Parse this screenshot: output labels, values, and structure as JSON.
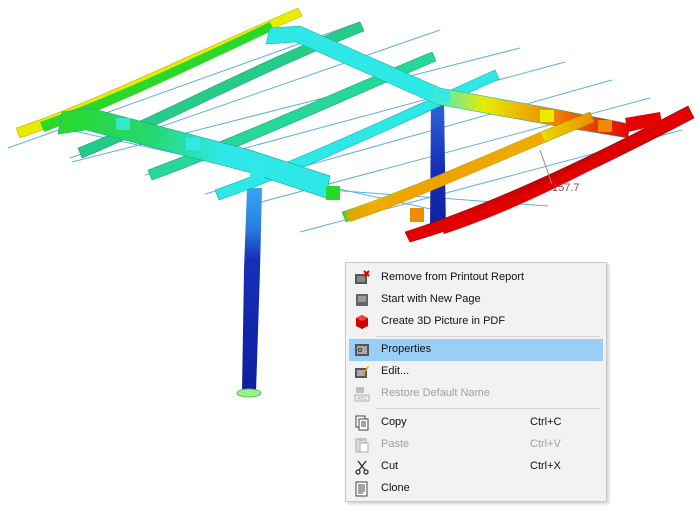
{
  "viewport": {
    "result_label": "157.7"
  },
  "context_menu": {
    "items": [
      {
        "label": "Remove from Printout Report",
        "shortcut": "",
        "icon": "remove-printout-icon",
        "enabled": true,
        "highlighted": false
      },
      {
        "label": "Start with New Page",
        "shortcut": "",
        "icon": "new-page-icon",
        "enabled": true,
        "highlighted": false
      },
      {
        "label": "Create 3D Picture in PDF",
        "shortcut": "",
        "icon": "red-cube-icon",
        "enabled": true,
        "highlighted": false
      },
      {
        "label": "Properties",
        "shortcut": "",
        "icon": "properties-icon",
        "enabled": true,
        "highlighted": true
      },
      {
        "label": "Edit...",
        "shortcut": "",
        "icon": "edit-icon",
        "enabled": true,
        "highlighted": false
      },
      {
        "label": "Restore Default Name",
        "shortcut": "",
        "icon": "restore-name-icon",
        "enabled": false,
        "highlighted": false
      },
      {
        "label": "Copy",
        "shortcut": "Ctrl+C",
        "icon": "copy-icon",
        "enabled": true,
        "highlighted": false
      },
      {
        "label": "Paste",
        "shortcut": "Ctrl+V",
        "icon": "paste-icon",
        "enabled": false,
        "highlighted": false
      },
      {
        "label": "Cut",
        "shortcut": "Ctrl+X",
        "icon": "cut-icon",
        "enabled": true,
        "highlighted": false
      },
      {
        "label": "Clone",
        "shortcut": "",
        "icon": "clone-icon",
        "enabled": true,
        "highlighted": false
      }
    ],
    "highlight_color": "#99cff7"
  },
  "colors": {
    "background": "#ffffff",
    "beam_red": "#e60000",
    "beam_dark_red": "#c80000",
    "beam_orange": "#f08a00",
    "beam_yellow": "#e8ec00",
    "beam_green": "#2ad82a",
    "beam_teal": "#25cc88",
    "beam_cyan": "#2ee8e8",
    "column_blue": "#1530b8",
    "column_light_blue": "#3aa6f0",
    "bracing_line": "#5cb0e0"
  }
}
